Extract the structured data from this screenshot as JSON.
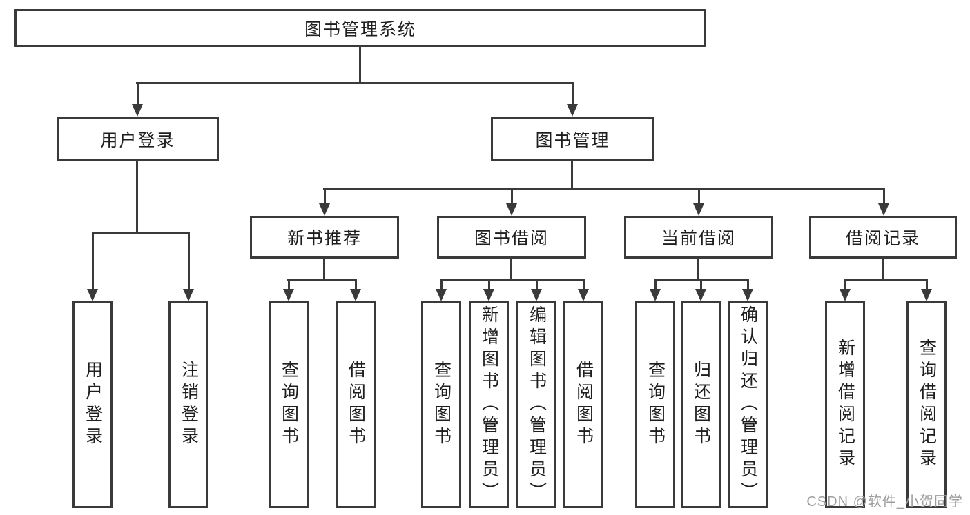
{
  "colors": {
    "line": "#3a3a3a",
    "box_border": "#3a3a3a",
    "text": "#1e1e1e",
    "watermark": "#9e9e9e",
    "background": "#ffffff"
  },
  "watermark": {
    "text": "CSDN @软件_小贺同学"
  },
  "tree": {
    "root": "图书管理系统",
    "branches": [
      {
        "label": "用户登录",
        "children": [
          {
            "label": "用户登录"
          },
          {
            "label": "注销登录"
          }
        ]
      },
      {
        "label": "图书管理",
        "sections": [
          {
            "label": "新书推荐",
            "children": [
              {
                "label": "查询图书"
              },
              {
                "label": "借阅图书"
              }
            ]
          },
          {
            "label": "图书借阅",
            "children": [
              {
                "label": "查询图书"
              },
              {
                "label": "新增图书（管理员）"
              },
              {
                "label": "编辑图书（管理员）"
              },
              {
                "label": "借阅图书"
              }
            ]
          },
          {
            "label": "当前借阅",
            "children": [
              {
                "label": "查询图书"
              },
              {
                "label": "归还图书"
              },
              {
                "label": "确认归还（管理员）"
              }
            ]
          },
          {
            "label": "借阅记录",
            "children": [
              {
                "label": "新增借阅记录"
              },
              {
                "label": "查询借阅记录"
              }
            ]
          }
        ]
      }
    ]
  }
}
